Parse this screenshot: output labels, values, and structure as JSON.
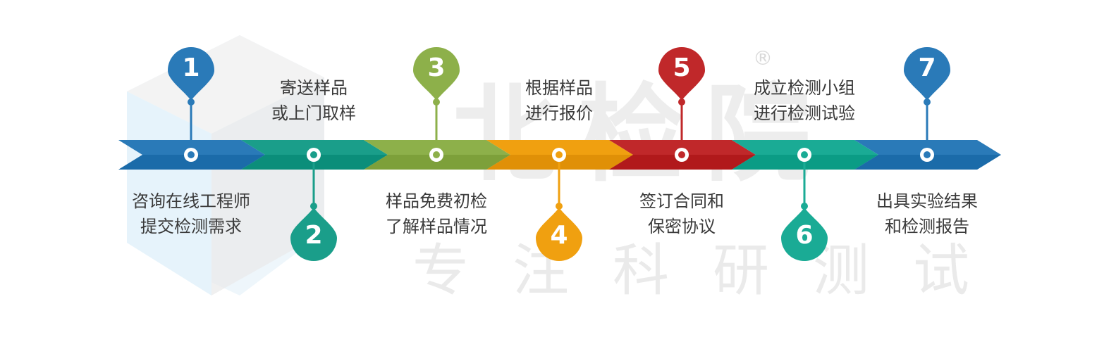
{
  "watermark": {
    "main": "北检院",
    "registered": "®",
    "sub": "专注科研测试"
  },
  "steps": [
    {
      "number": "1",
      "label": "咨询在线工程师\n提交检测需求",
      "position": "bottom",
      "color": "#2a7ab8"
    },
    {
      "number": "2",
      "label": "寄送样品\n或上门取样",
      "position": "top",
      "color": "#1a9e8a"
    },
    {
      "number": "3",
      "label": "样品免费初检\n了解样品情况",
      "position": "bottom",
      "color": "#8db04a"
    },
    {
      "number": "4",
      "label": "根据样品\n进行报价",
      "position": "top",
      "color": "#f0a010"
    },
    {
      "number": "5",
      "label": "签订合同和\n保密协议",
      "position": "bottom",
      "color": "#c0282a"
    },
    {
      "number": "6",
      "label": "成立检测小组\n进行检测试验",
      "position": "top",
      "color": "#1aab95"
    },
    {
      "number": "7",
      "label": "出具实验结果\n和检测报告",
      "position": "bottom",
      "color": "#2a7ab8"
    }
  ]
}
